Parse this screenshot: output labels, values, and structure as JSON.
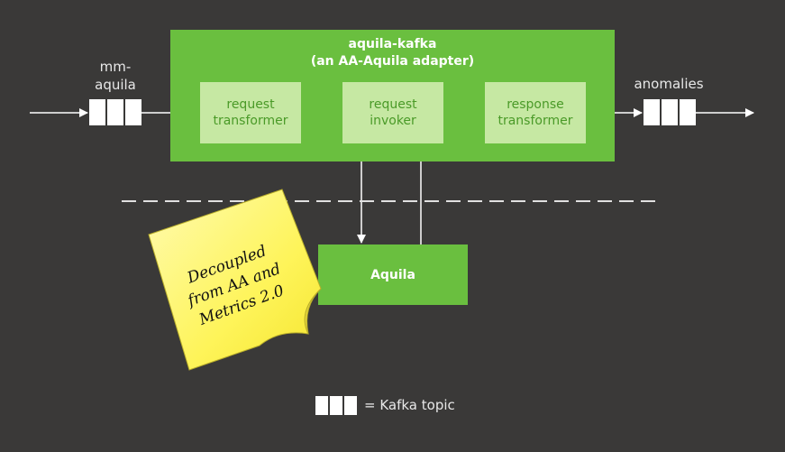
{
  "adapter": {
    "title": "aquila-kafka\n(an AA-Aquila adapter)"
  },
  "stages": [
    {
      "label": "request\ntransformer"
    },
    {
      "label": "request\ninvoker"
    },
    {
      "label": "response\ntransformer"
    }
  ],
  "input_topic": {
    "label": "mm-\naquila"
  },
  "output_topic": {
    "label": "anomalies"
  },
  "service": {
    "label": "Aquila"
  },
  "note": {
    "text": "Decoupled\nfrom AA and\nMetrics 2.0"
  },
  "legend": {
    "label": "= Kafka topic"
  },
  "colors": {
    "background": "#3a3938",
    "adapter": "#6abf3f",
    "stage": "#c6e8a3",
    "note": "#fef45a"
  }
}
